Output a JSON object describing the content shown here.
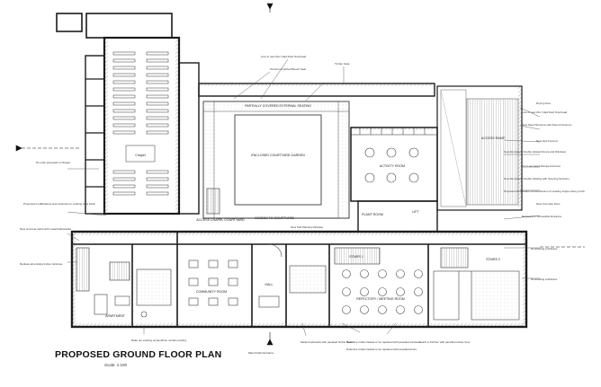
{
  "drawing": {
    "title": "PROPOSED GROUND FLOOR PLAN",
    "scale": "Scale: 1:100"
  },
  "rooms": {
    "enclosed_courtyard_garden": "ENCLOSED COURTYARD GARDEN",
    "partially_covered_seating": "PARTIALLY COVERED EXTERNAL SEATING",
    "activity_room": "ACTIVITY ROOM",
    "access_ramp": "ACCESS RAMP",
    "plant_room": "PLANT ROOM",
    "lift": "LIFT",
    "stairs": "STAIRS 1",
    "stairs_2": "STAIRS 2",
    "access_courtyard": "ACCESS TO COURTYARD",
    "access_chapel_courtyard": "ACCESS CHAPEL COURTYARD",
    "community_room": "COMMUNITY ROOM",
    "hall": "HALL",
    "refectory": "REFECTORY / MEETING ROOM",
    "apartment": "APARTMENT",
    "chapel": "Chapel"
  },
  "notes": {
    "no_work_chapel": "No work proposed in Chapel",
    "drying_area": "Drying Area",
    "new_ops_formed": "New Ops Formed",
    "timber_gate": "Timber Gate",
    "main_public_entrance": "Main Public Entrance",
    "no_existing_access_1": "No Existing Architrave",
    "no_existing_access_2": "No Existing Architrave",
    "proposed_mods": "Proposed modifications and extension to existing toilet block",
    "new_concrete_stairs": "New concrete stairs with metal balustrades",
    "timber_windows": "Replace all existing timber windows",
    "new_soft_planting": "New Soft Planting Pathway",
    "new_zinc_roof": "Line of new Zinc Clad Roof Overhead",
    "terrazzo_bench": "Terrazzo Finished Bench Seat",
    "line_of_roof": "Line of new Zinc Clad Roof Overhead",
    "new_steel_structure": "New Steel Structure with Round Columns",
    "new_aluminium_doors": "New Aluminium Double Glazed Doors and Windows",
    "new_laminated_ramped": "Non Laminated Ramped Access",
    "new_aluminium_glazing": "New Aluminium Double Glazing with Opening Sections",
    "proposed_modification": "Proposed Modification and Extension of existing single storey porch",
    "new_concrete_floor": "New Concrete Floor",
    "restaurant_accessible": "Restaurant / Accessible Entrance",
    "defective_timber_1": "Defective timber facade to be replaced with panelled windows",
    "defective_timber_2": "Defective timber facade to be replaced with panelled doors",
    "hatch_to_kitchen": "Hatch to Kitchen with panelled timber door",
    "metal_cupboards": "Metal Cupboards with panelled timber doors",
    "rake_out": "Rake out existing cement/lime mortar pointing"
  }
}
